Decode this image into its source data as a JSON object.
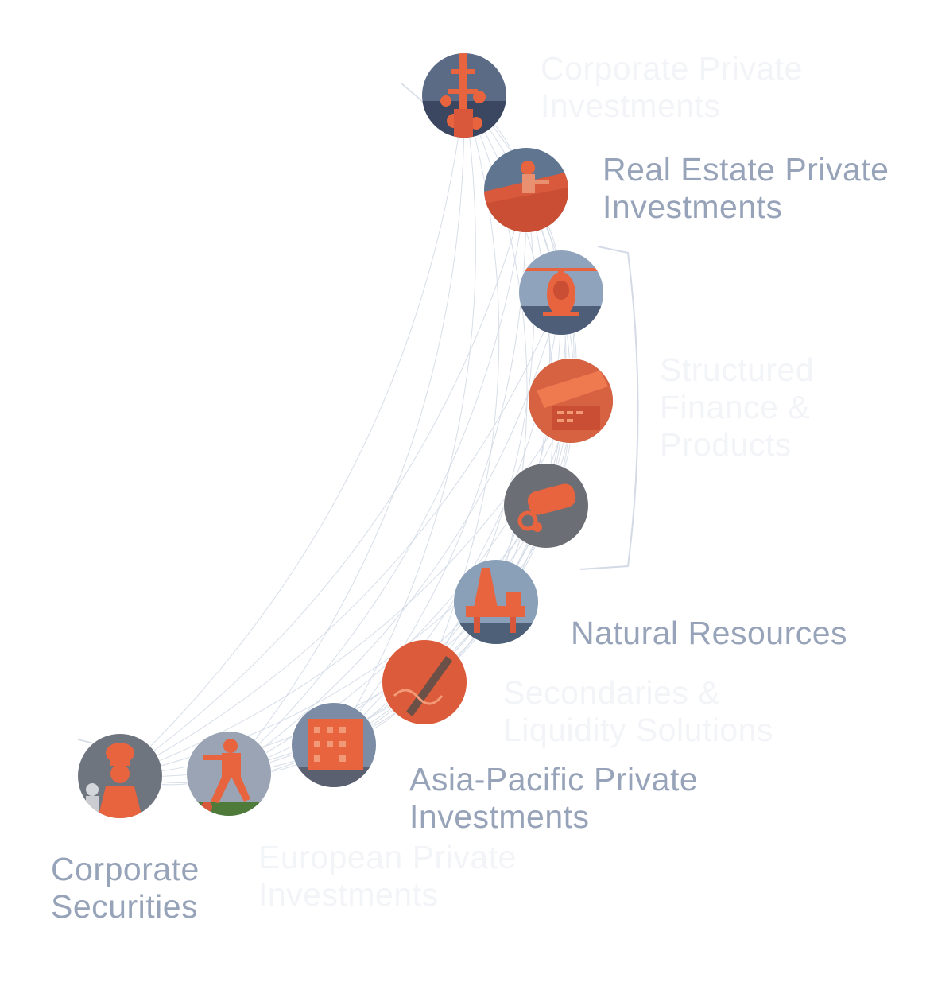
{
  "colors": {
    "accent": "#e8643f",
    "label_active": "#97a3b8",
    "label_faded": "#f2f4f7",
    "link": "#d3dae6"
  },
  "categories": [
    {
      "id": "corporate-private-investments",
      "lines": [
        "Corporate Private",
        "Investments"
      ],
      "active": false,
      "image_icon": "telecom-tower-icon"
    },
    {
      "id": "real-estate-private-investments",
      "lines": [
        "Real Estate Private",
        "Investments"
      ],
      "active": true,
      "image_icon": "roofer-icon"
    },
    {
      "id": "helicopter",
      "image_icon": "helicopter-icon"
    },
    {
      "id": "structured-finance-products",
      "lines": [
        "Structured",
        "Finance &",
        "Products"
      ],
      "active": false,
      "image_icon": "credit-card-icon"
    },
    {
      "id": "car-key",
      "image_icon": "car-key-icon"
    },
    {
      "id": "natural-resources",
      "lines": [
        "Natural Resources"
      ],
      "active": true,
      "image_icon": "oil-rig-icon"
    },
    {
      "id": "secondaries-liquidity-solutions",
      "lines": [
        "Secondaries &",
        "Liquidity Solutions"
      ],
      "active": false,
      "image_icon": "pen-signature-icon"
    },
    {
      "id": "asia-pacific-private-investments",
      "lines": [
        "Asia-Pacific Private",
        "Investments"
      ],
      "active": true,
      "image_icon": "building-icon"
    },
    {
      "id": "european-private-investments",
      "lines": [
        "European Private",
        "Investments"
      ],
      "active": false,
      "image_icon": "soccer-player-icon"
    },
    {
      "id": "corporate-securities",
      "lines": [
        "Corporate",
        "Securities"
      ],
      "active": true,
      "image_icon": "chef-icon"
    }
  ],
  "labels": {
    "corporate_private": {
      "l1": "Corporate Private",
      "l2": "Investments"
    },
    "real_estate": {
      "l1": "Real Estate Private",
      "l2": "Investments"
    },
    "structured": {
      "l1": "Structured",
      "l2": "Finance &",
      "l3": "Products"
    },
    "natural_resources": {
      "l1": "Natural Resources"
    },
    "secondaries": {
      "l1": "Secondaries &",
      "l2": "Liquidity Solutions"
    },
    "asia_pacific": {
      "l1": "Asia-Pacific Private",
      "l2": "Investments"
    },
    "european": {
      "l1": "European Private",
      "l2": "Investments"
    },
    "corporate_securities": {
      "l1": "Corporate",
      "l2": "Securities"
    }
  }
}
